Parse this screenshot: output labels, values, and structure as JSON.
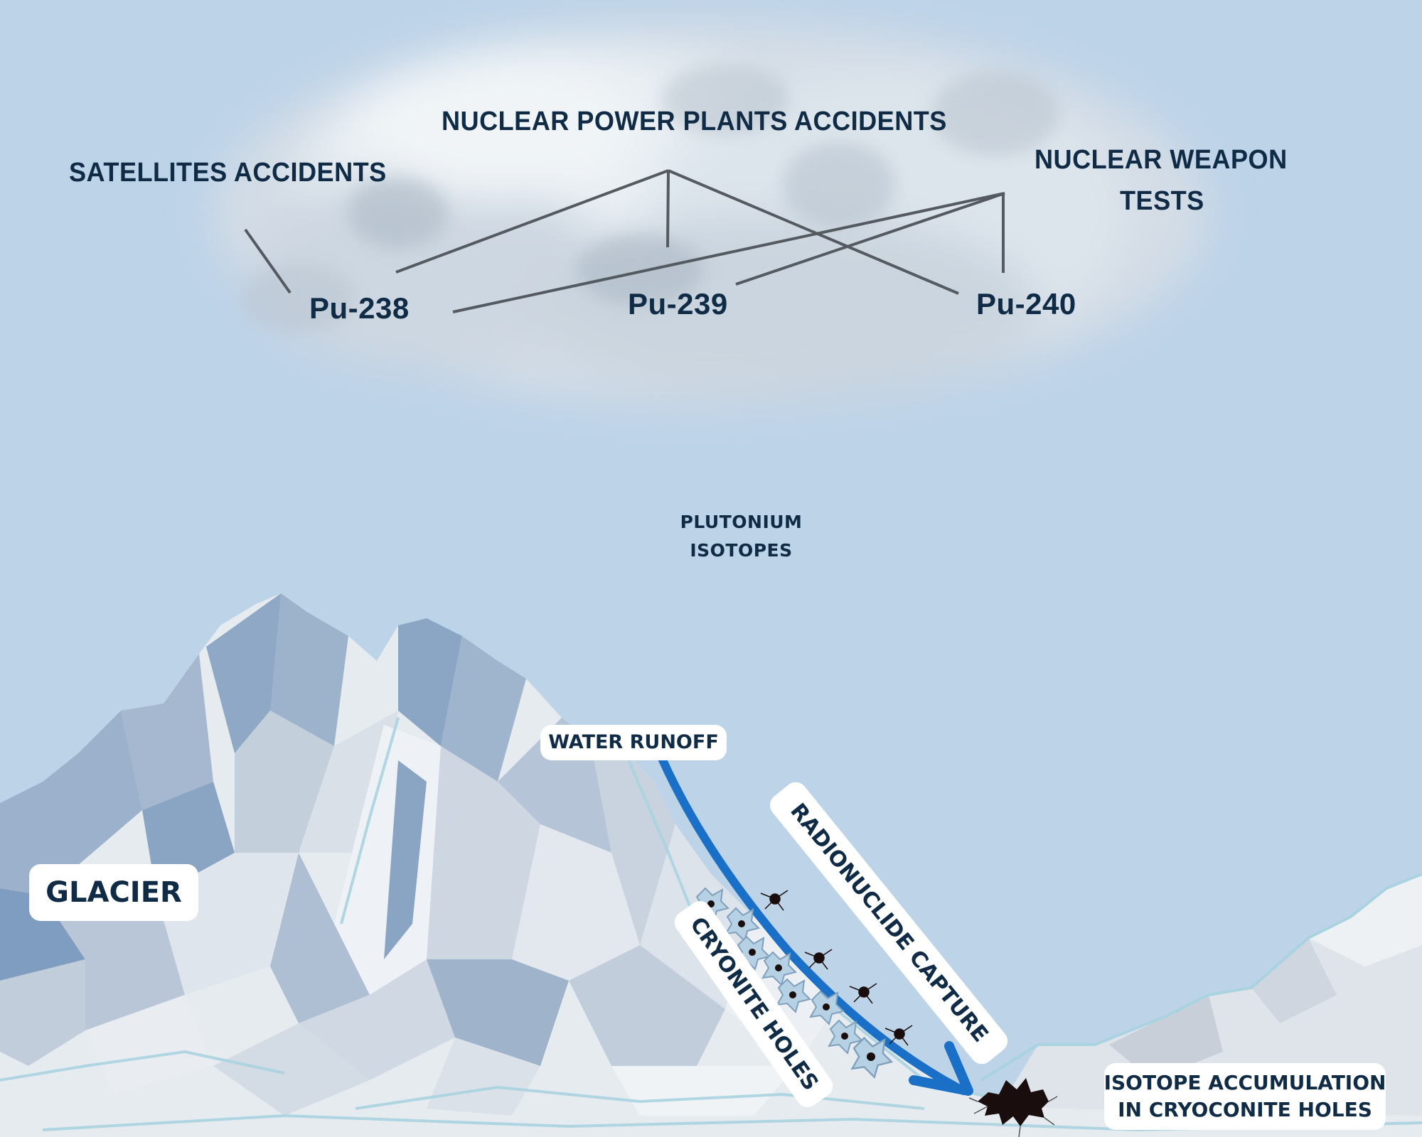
{
  "diagram": {
    "sources": {
      "satellites": "SATELLITES ACCIDENTS",
      "power_plants": "NUCLEAR POWER PLANTS ACCIDENTS",
      "weapon_tests_line1": "NUCLEAR WEAPON",
      "weapon_tests_line2": "TESTS"
    },
    "isotopes": {
      "pu238": "Pu-238",
      "pu239": "Pu-239",
      "pu240": "Pu-240"
    },
    "fallout_label_line1": "PLUTONIUM",
    "fallout_label_line2": "ISOTOPES",
    "glacier_label": "GLACIER",
    "water_runoff_label": "WATER RUNOFF",
    "radionuclide_label": "RADIONUCLIDE CAPTURE",
    "cryonite_label": "CRYONITE HOLES",
    "accumulation_line1": "ISOTOPE ACCUMULATION",
    "accumulation_line2": "IN CRYOCONITE HOLES",
    "connections": [
      {
        "from": "SATELLITES ACCIDENTS",
        "to": "Pu-238"
      },
      {
        "from": "NUCLEAR POWER PLANTS ACCIDENTS",
        "to": "Pu-238"
      },
      {
        "from": "NUCLEAR POWER PLANTS ACCIDENTS",
        "to": "Pu-239"
      },
      {
        "from": "NUCLEAR POWER PLANTS ACCIDENTS",
        "to": "Pu-240"
      },
      {
        "from": "NUCLEAR WEAPON TESTS",
        "to": "Pu-238"
      },
      {
        "from": "NUCLEAR WEAPON TESTS",
        "to": "Pu-239"
      },
      {
        "from": "NUCLEAR WEAPON TESTS",
        "to": "Pu-240"
      }
    ],
    "colors": {
      "sky": "#bdd3e8",
      "text": "#0f2b45",
      "connector": "#555a60",
      "runoff_arrow": "#1a6fc7",
      "hole": "#1a0d0d",
      "pill_bg": "#ffffff"
    }
  }
}
